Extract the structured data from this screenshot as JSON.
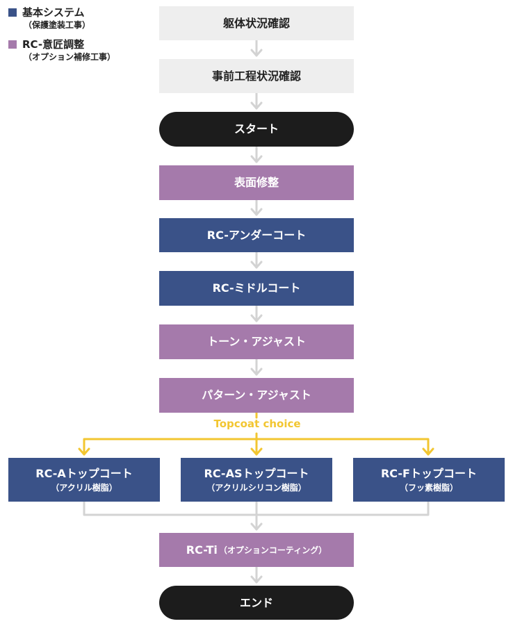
{
  "legend": [
    {
      "label": "基本システム",
      "sub": "（保護塗装工事）",
      "color": "#3a5288"
    },
    {
      "label": "RC-意匠調整",
      "sub": "（オプション補修工事）",
      "color": "#a57aab"
    }
  ],
  "colors": {
    "base": "#3a5288",
    "option": "#a57aab",
    "pre": "#eeeeee",
    "terminal": "#1c1c1c",
    "choice": "#f2c631",
    "connector": "#d3d3d3"
  },
  "steps": {
    "s1": "躯体状況確認",
    "s2": "事前工程状況確認",
    "start": "スタート",
    "s3": "表面修整",
    "s4": "RC-アンダーコート",
    "s5": "RC-ミドルコート",
    "s6": "トーン・アジャスト",
    "s7": "パターン・アジャスト",
    "ti": "RC-Ti",
    "ti_sub": "（オプションコーティング）",
    "end": "エンド"
  },
  "topcoat_choice_label": "Topcoat choice",
  "topcoats": [
    {
      "label": "RC-Aトップコート",
      "sub": "（アクリル樹脂）"
    },
    {
      "label": "RC-ASトップコート",
      "sub": "（アクリルシリコン樹脂）"
    },
    {
      "label": "RC-Fトップコート",
      "sub": "（フッ素樹脂）"
    }
  ]
}
